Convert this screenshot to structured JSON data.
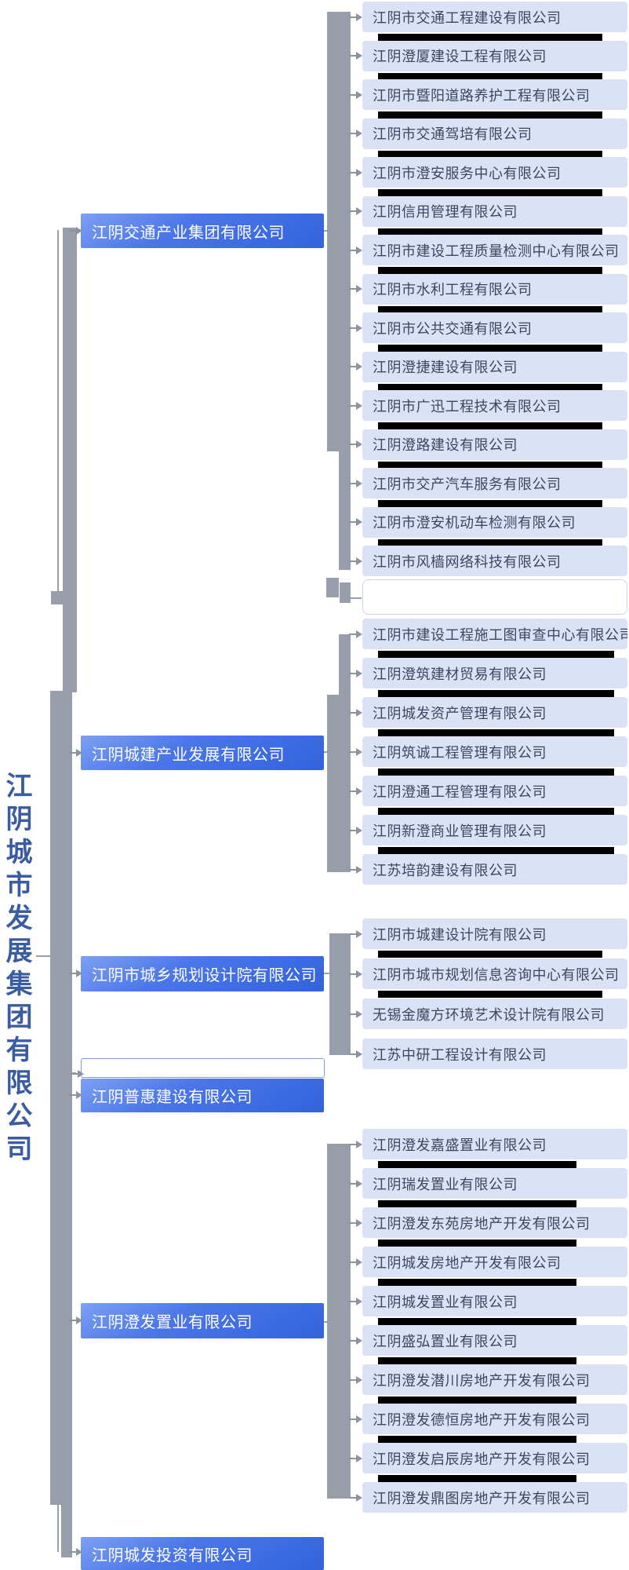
{
  "diagram": {
    "root_label": "江阴城市发展集团有限公司",
    "colors": {
      "child_box_bg": "#dbe2f5",
      "child_text": "#3d4663",
      "parent_box_blue": "#3a6ae2",
      "redaction_bar": "#000000",
      "connector_gray": "#989ea9",
      "root_title_blue": "#3a5ca0"
    },
    "groups": [
      {
        "parent": "江阴交通产业集团有限公司",
        "children": [
          {
            "name": "江阴市交通工程建设有限公司",
            "redacted": true
          },
          {
            "name": "江阴澄厦建设工程有限公司",
            "redacted": true
          },
          {
            "name": "江阴市暨阳道路养护工程有限公司",
            "redacted": true
          },
          {
            "name": "江阴市交通驾培有限公司",
            "redacted": true
          },
          {
            "name": "江阴市澄安服务中心有限公司",
            "redacted": true
          },
          {
            "name": "江阴信用管理有限公司",
            "redacted": true
          },
          {
            "name": "江阴市建设工程质量检测中心有限公司",
            "redacted": true
          },
          {
            "name": "江阴市水利工程有限公司",
            "redacted": true
          },
          {
            "name": "江阴市公共交通有限公司",
            "redacted": true
          },
          {
            "name": "江阴澄捷建设有限公司",
            "redacted": true
          },
          {
            "name": "江阴市广迅工程技术有限公司",
            "redacted": true
          },
          {
            "name": "江阴澄路建设有限公司",
            "redacted": true
          },
          {
            "name": "江阴市交产汽车服务有限公司",
            "redacted": true
          },
          {
            "name": "江阴市澄安机动车检测有限公司",
            "redacted": true
          },
          {
            "name": "江阴市风樯网络科技有限公司",
            "redacted": false
          },
          {
            "name": "",
            "redacted": false,
            "empty": true
          }
        ]
      },
      {
        "parent": "江阴城建产业发展有限公司",
        "children": [
          {
            "name": "江阴市建设工程施工图审查中心有限公司",
            "redacted": true
          },
          {
            "name": "江阴澄筑建材贸易有限公司",
            "redacted": true
          },
          {
            "name": "江阴城发资产管理有限公司",
            "redacted": true
          },
          {
            "name": "江阴筑诚工程管理有限公司",
            "redacted": true
          },
          {
            "name": "江阴澄通工程管理有限公司",
            "redacted": true
          },
          {
            "name": "江阴新澄商业管理有限公司",
            "redacted": true
          },
          {
            "name": "江苏培韵建设有限公司",
            "redacted": false
          }
        ]
      },
      {
        "parent": "江阴市城乡规划设计院有限公司",
        "children": [
          {
            "name": "江阴市城建设计院有限公司",
            "redacted": true
          },
          {
            "name": "江阴市城市规划信息咨询中心有限公司",
            "redacted": true
          },
          {
            "name": "无锡金魔方环境艺术设计院有限公司",
            "redacted": false
          },
          {
            "name": "江苏中研工程设计有限公司",
            "redacted": false
          }
        ]
      },
      {
        "parent": "江阴普惠建设有限公司",
        "children": []
      },
      {
        "parent": "江阴澄发置业有限公司",
        "children": [
          {
            "name": "江阴澄发嘉盛置业有限公司",
            "redacted": true
          },
          {
            "name": "江阴瑞发置业有限公司",
            "redacted": true
          },
          {
            "name": "江阴澄发东苑房地产开发有限公司",
            "redacted": true
          },
          {
            "name": "江阴城发房地产开发有限公司",
            "redacted": true
          },
          {
            "name": "江阴城发置业有限公司",
            "redacted": true
          },
          {
            "name": "江阴盛弘置业有限公司",
            "redacted": true
          },
          {
            "name": "江阴澄发潜川房地产开发有限公司",
            "redacted": true
          },
          {
            "name": "江阴澄发德恒房地产开发有限公司",
            "redacted": true
          },
          {
            "name": "江阴澄发启辰房地产开发有限公司",
            "redacted": true
          },
          {
            "name": "江阴澄发鼎图房地产开发有限公司",
            "redacted": false
          }
        ]
      },
      {
        "parent": "江阴城发投资有限公司",
        "children": []
      }
    ]
  }
}
